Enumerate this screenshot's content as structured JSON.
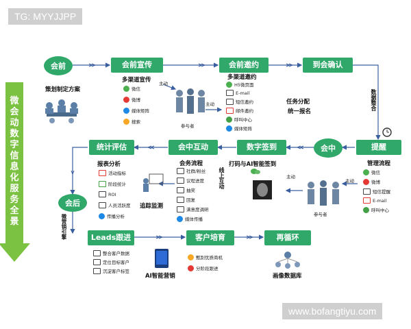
{
  "watermark_top": "TG: MYYJJPP",
  "watermark_bottom": "www.bofangtiyu.com",
  "side_title": "微会动数字信息化服务全景",
  "nodes": {
    "huiqian": "会前",
    "huiqian_xuanchuan": "会前宣传",
    "huiqian_yaoyue": "会前邀约",
    "daohui_queren": "到会确认",
    "tixing": "提醒",
    "huizhong": "会中",
    "shuzi_qiandao": "数字签到",
    "huizhong_hudong": "会中互动",
    "tongji_pinggu": "统计评估",
    "huihou": "会后",
    "leads": "Leads跟进",
    "kehu_peiyu": "客户培育",
    "zai_xunhuan": "再循环"
  },
  "labels": {
    "celue": "策划制定方案",
    "duoqudao_xuanchuan": "多渠道宣传",
    "zhudong1": "主动",
    "canyuzhe1": "参与者",
    "duoqudao_yaoyue": "多渠道邀约",
    "zhudong2": "主动",
    "renwu_fenpei": "任务分配",
    "tongyi_baoming": "统一报名",
    "shuju_zhenghe": "数据整合",
    "guanli_liucheng": "管理流程",
    "zhudong3": "主动",
    "canyuzhe2": "参与者",
    "zhudong4": "主动",
    "daka": "打码与AI智能签到",
    "huiwu_liucheng": "会务流程",
    "xianshang_hudong": "线上互动",
    "zhuizong": "追踪监测",
    "baobiao": "报表分析",
    "weiyingxiao": "微营销引擎",
    "ai_yingxiao": "AI智能营销",
    "huaxiang": "画像数据库"
  },
  "xuanchuan_items": [
    "微信",
    "微博",
    "媒体矩阵",
    "搜索"
  ],
  "yaoyue_items": [
    "H5微页面",
    "E-mail",
    "短信邀约",
    "邮件邀约",
    "呼叫中心",
    "媒体矩阵"
  ],
  "tixing_items": [
    "微信",
    "微博",
    "短信提醒",
    "E-mail",
    "呼叫中心"
  ],
  "hudong_items": [
    "社群/粉丝",
    "议程进度",
    "抽奖",
    "回复",
    "满意度调研",
    "媒体传播"
  ],
  "tongji_items": [
    "活动指标",
    "阶段统计",
    "ROI",
    "人员活跃度",
    "传播分析"
  ],
  "leads_items": [
    "整合客户数据",
    "定位目标客户",
    "沉淀客户标签"
  ],
  "peiyu_items": [
    "甄别优质商机",
    "分阶段跟进"
  ],
  "colors": {
    "green": "#2fa86a",
    "arrow": "#3a5fa0"
  }
}
